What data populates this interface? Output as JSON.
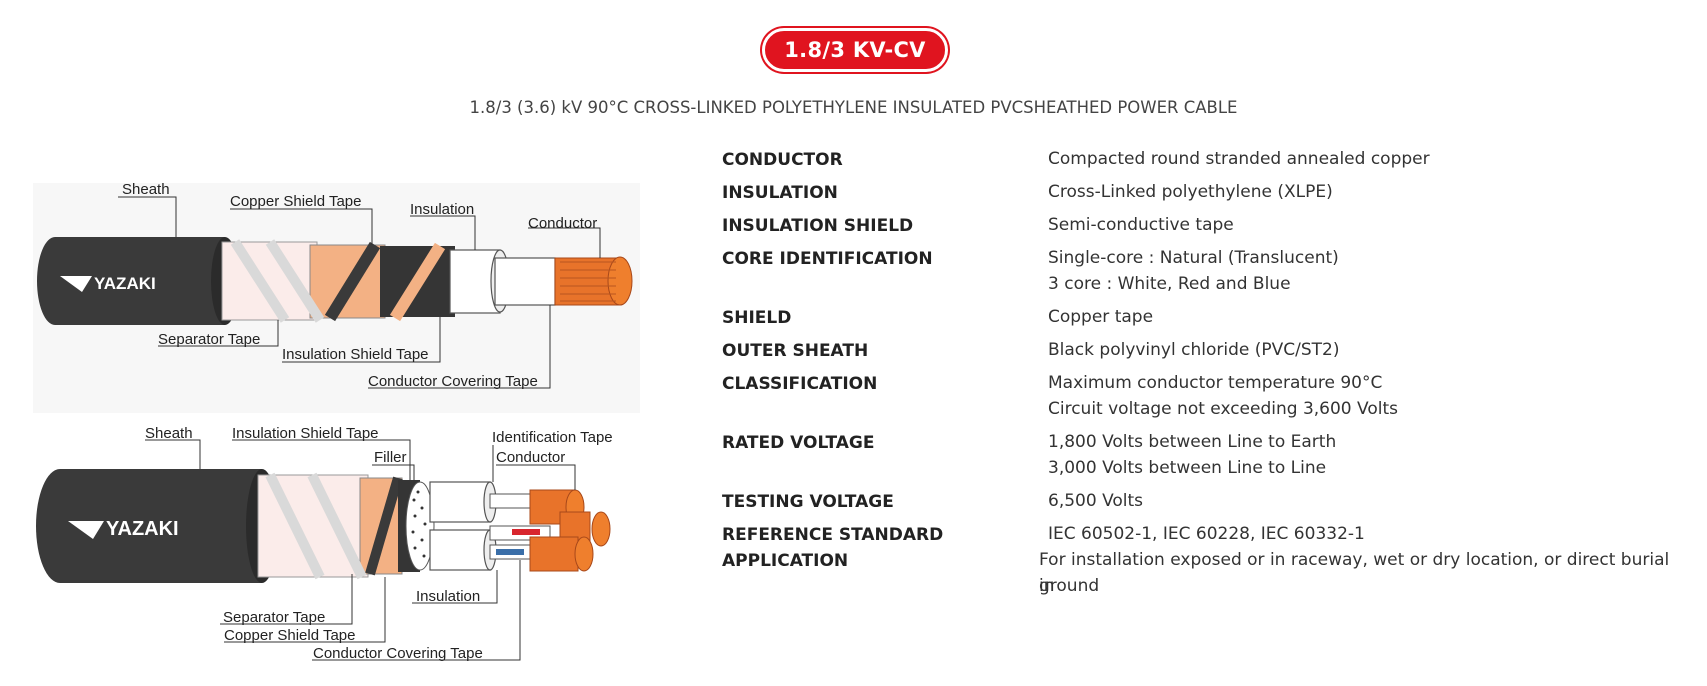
{
  "badge": "1.8/3 KV-CV",
  "subtitle": "1.8/3 (3.6) kV 90°C CROSS-LINKED POLYETHYLENE INSULATED PVCSHEATHED POWER CABLE",
  "brand": "YAZAKI",
  "colors": {
    "accent": "#e0141f",
    "sheath": "#3a3a3a",
    "copper": "#e8732a",
    "tape": "#f3b184"
  },
  "diagram_single": {
    "sheath": "Sheath",
    "copper_shield_tape": "Copper Shield Tape",
    "insulation": "Insulation",
    "conductor": "Conductor",
    "separator_tape": "Separator Tape",
    "insulation_shield_tape": "Insulation Shield Tape",
    "conductor_covering_tape": "Conductor Covering Tape"
  },
  "diagram_three": {
    "sheath": "Sheath",
    "insulation_shield_tape": "Insulation Shield Tape",
    "filler": "Filler",
    "identification_tape": "Identification Tape",
    "conductor": "Conductor",
    "insulation": "Insulation",
    "separator_tape": "Separator Tape",
    "copper_shield_tape": "Copper Shield Tape",
    "conductor_covering_tape": "Conductor Covering Tape"
  },
  "specs": [
    {
      "label": "CONDUCTOR",
      "lines": [
        "Compacted round stranded annealed copper"
      ]
    },
    {
      "label": "INSULATION",
      "lines": [
        "Cross-Linked polyethylene (XLPE)"
      ]
    },
    {
      "label": "INSULATION SHIELD",
      "lines": [
        "Semi-conductive tape"
      ]
    },
    {
      "label": "CORE IDENTIFICATION",
      "lines": [
        "Single-core : Natural (Translucent)",
        "3 core : White, Red and Blue"
      ]
    },
    {
      "label": "SHIELD",
      "lines": [
        "Copper tape"
      ]
    },
    {
      "label": "OUTER SHEATH",
      "lines": [
        "Black polyvinyl chloride (PVC/ST2)"
      ]
    },
    {
      "label": "CLASSIFICATION",
      "lines": [
        "Maximum conductor temperature 90°C",
        "Circuit voltage not exceeding 3,600 Volts"
      ]
    },
    {
      "label": "RATED VOLTAGE",
      "lines": [
        "1,800 Volts between Line to Earth",
        "3,000 Volts between Line to Line"
      ]
    },
    {
      "label": "TESTING VOLTAGE",
      "lines": [
        "6,500 Volts"
      ]
    },
    {
      "label": "REFERENCE STANDARD",
      "lines": [
        "IEC 60502-1, IEC 60228, IEC 60332-1"
      ]
    },
    {
      "label": "APPLICATION",
      "lines": [
        "For installation exposed or in raceway, wet or dry location, or direct burial in",
        "ground"
      ]
    }
  ]
}
